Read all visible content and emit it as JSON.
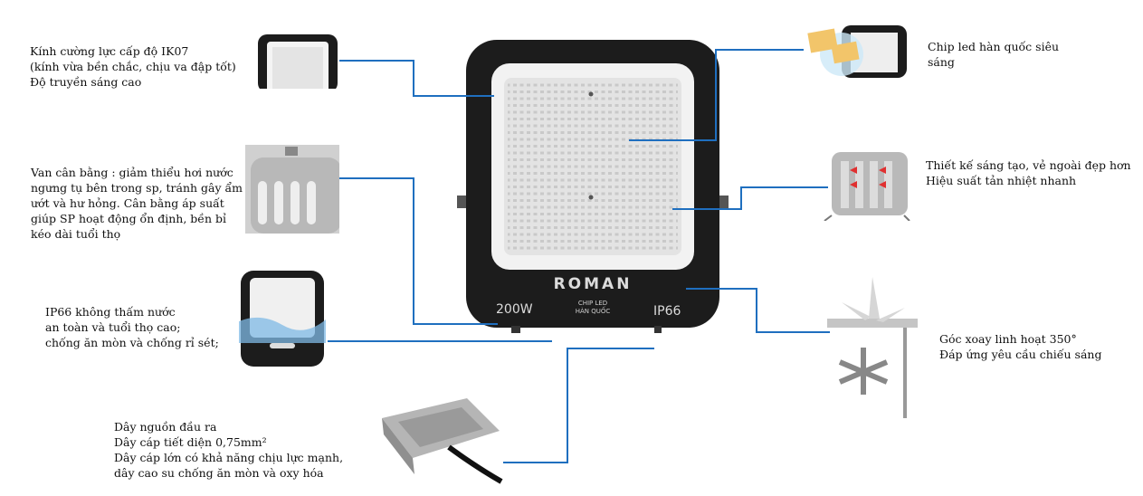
{
  "product": {
    "brand": "ROMAN",
    "power": "200W",
    "chip_label_line1": "CHIP LED",
    "chip_label_line2": "HÀN QUỐC",
    "ip_rating": "IP66"
  },
  "features": {
    "glass": "Kính cường lực cấp độ IK07\n(kính vừa bền chắc, chịu va đập tốt)\nĐộ truyền sáng cao",
    "valve": "Van cân bằng : giảm thiểu hơi nước\nngưng tụ bên trong sp, tránh gây ẩm\nướt và hư hỏng. Cân bằng áp suất\ngiúp SP hoạt động ổn định, bền bỉ\nkéo dài tuổi thọ",
    "waterproof": "IP66 không thấm nước\nan toàn và tuổi thọ cao;\nchống ăn mòn và chống rỉ sét;",
    "cable": "Dây nguồn đầu ra\nDây cáp tiết diện 0,75mm²\nDây cáp lớn có khả năng chịu lực mạnh,\ndây cao su chống ăn mòn và oxy hóa",
    "chip": "Chip led hàn quốc siêu\nsáng",
    "design": "Thiết kế sáng tạo, vẻ ngoài đẹp hơn\nHiệu suất tản nhiệt nhanh",
    "rotation": "Góc xoay linh hoạt 350°\n Đáp ứng yêu cầu chiếu sáng"
  },
  "colors": {
    "connector": "#1f6fbf",
    "housing": "#1c1c1c",
    "panel": "#e9e9e9"
  }
}
